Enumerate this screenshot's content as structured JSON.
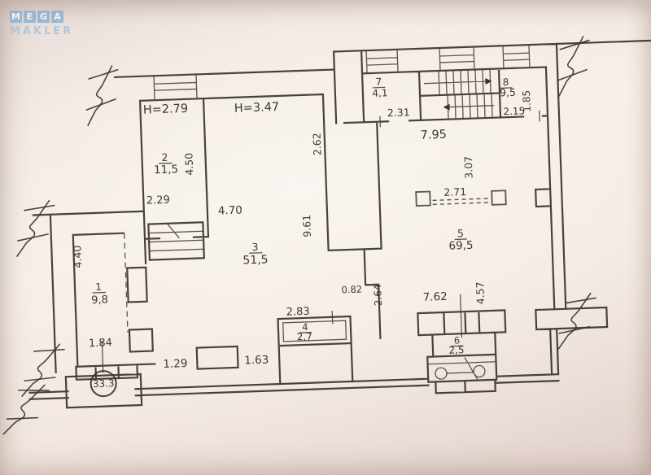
{
  "logo": {
    "letters": [
      "M",
      "E",
      "G",
      "A"
    ],
    "subtitle": "MAKLER"
  },
  "rooms": {
    "r1": {
      "num": "1",
      "area": "9,8"
    },
    "r2": {
      "num": "2",
      "area": "11,5"
    },
    "r3": {
      "num": "3",
      "area": "51,5"
    },
    "r4": {
      "num": "4",
      "area": "2,7"
    },
    "r5": {
      "num": "5",
      "area": "69,5"
    },
    "r6": {
      "num": "6",
      "area": "2,5"
    },
    "r7": {
      "num": "7",
      "area": "4,1"
    },
    "r8": {
      "num": "8",
      "area": "9,5"
    }
  },
  "heights": {
    "room2": "H=2.79",
    "room3": "H=3.47"
  },
  "dims": {
    "w440": "4.40",
    "w184": "1.84",
    "w129": "1.29",
    "w229": "2.29",
    "w450": "4.50",
    "w470": "4.70",
    "w262": "2.62",
    "w961": "9.61",
    "w082": "0.82",
    "w264": "2.64",
    "w283": "2.83",
    "w163": "1.63",
    "w795": "7.95",
    "w231": "2.31",
    "w215": "2.15",
    "w185": "1.85",
    "w307": "3.07",
    "w271": "2.71",
    "w762": "7.62",
    "w457": "4.57"
  },
  "entrance": {
    "circle_label": "33.3"
  }
}
